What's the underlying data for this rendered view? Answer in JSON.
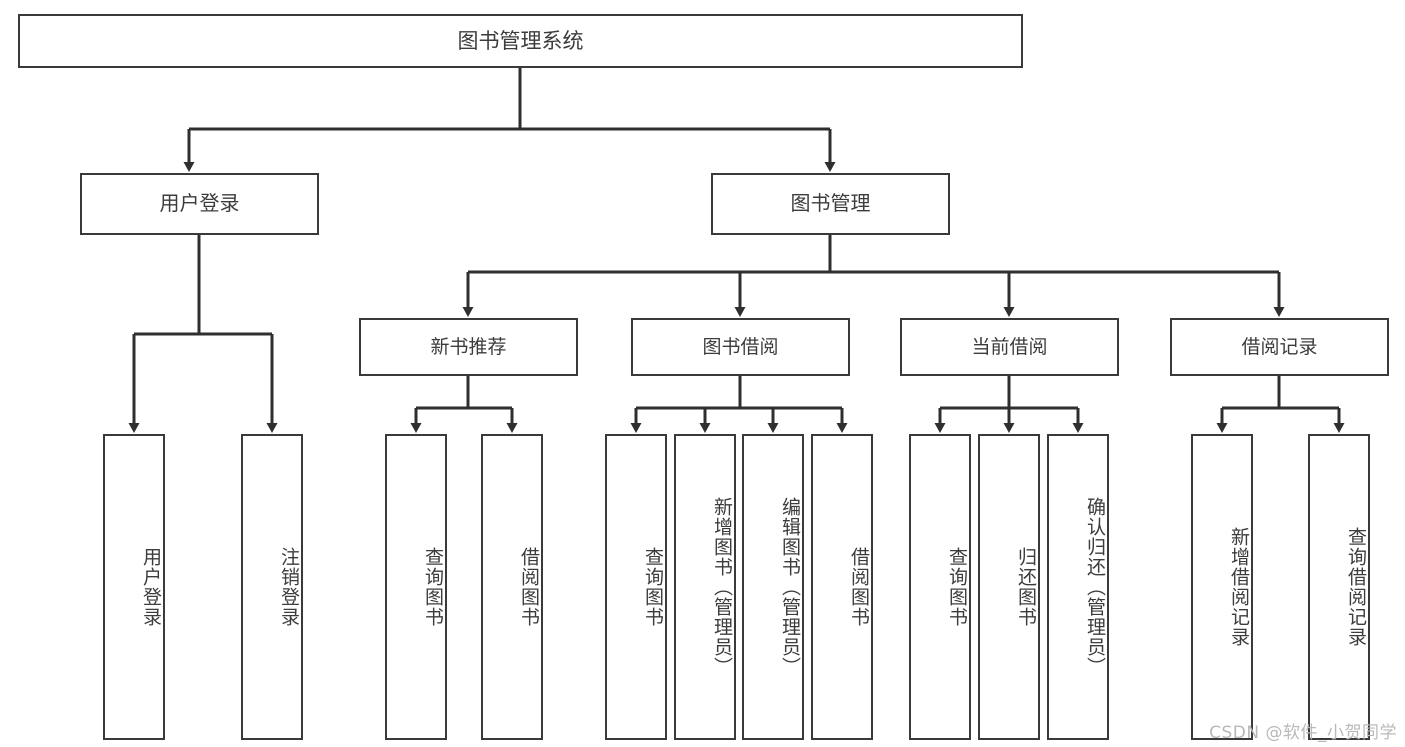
{
  "diagram": {
    "type": "tree",
    "title": "图书管理系统",
    "watermark": "CSDN @软件_小贺同学",
    "colors": {
      "background": "#ffffff",
      "stroke": "#3a3a3a",
      "text": "#3c3c3c",
      "watermark": "#b9b9b9"
    },
    "root": {
      "id": "root",
      "label": "图书管理系统"
    },
    "level2": [
      {
        "id": "user-login",
        "label": "用户登录"
      },
      {
        "id": "book-manage",
        "label": "图书管理"
      }
    ],
    "level3": [
      {
        "id": "new-book-recommend",
        "label": "新书推荐",
        "parent": "book-manage"
      },
      {
        "id": "book-borrow",
        "label": "图书借阅",
        "parent": "book-manage"
      },
      {
        "id": "current-borrow",
        "label": "当前借阅",
        "parent": "book-manage"
      },
      {
        "id": "borrow-record",
        "label": "借阅记录",
        "parent": "book-manage"
      }
    ],
    "leaves": [
      {
        "id": "leaf-user-login",
        "label": "用户登录",
        "parent": "user-login"
      },
      {
        "id": "leaf-logout-login",
        "label": "注销登录",
        "parent": "user-login"
      },
      {
        "id": "leaf-query-book-1",
        "label": "查询图书",
        "parent": "new-book-recommend"
      },
      {
        "id": "leaf-borrow-book-1",
        "label": "借阅图书",
        "parent": "new-book-recommend"
      },
      {
        "id": "leaf-query-book-2",
        "label": "查询图书",
        "parent": "book-borrow"
      },
      {
        "id": "leaf-add-book",
        "label": "新增图书（管理员）",
        "parent": "book-borrow"
      },
      {
        "id": "leaf-edit-book",
        "label": "编辑图书（管理员）",
        "parent": "book-borrow"
      },
      {
        "id": "leaf-borrow-book-2",
        "label": "借阅图书",
        "parent": "book-borrow"
      },
      {
        "id": "leaf-query-book-3",
        "label": "查询图书",
        "parent": "current-borrow"
      },
      {
        "id": "leaf-return-book",
        "label": "归还图书",
        "parent": "current-borrow"
      },
      {
        "id": "leaf-confirm-return",
        "label": "确认归还（管理员）",
        "parent": "current-borrow"
      },
      {
        "id": "leaf-add-record",
        "label": "新增借阅记录",
        "parent": "borrow-record"
      },
      {
        "id": "leaf-query-record",
        "label": "查询借阅记录",
        "parent": "borrow-record"
      }
    ]
  }
}
